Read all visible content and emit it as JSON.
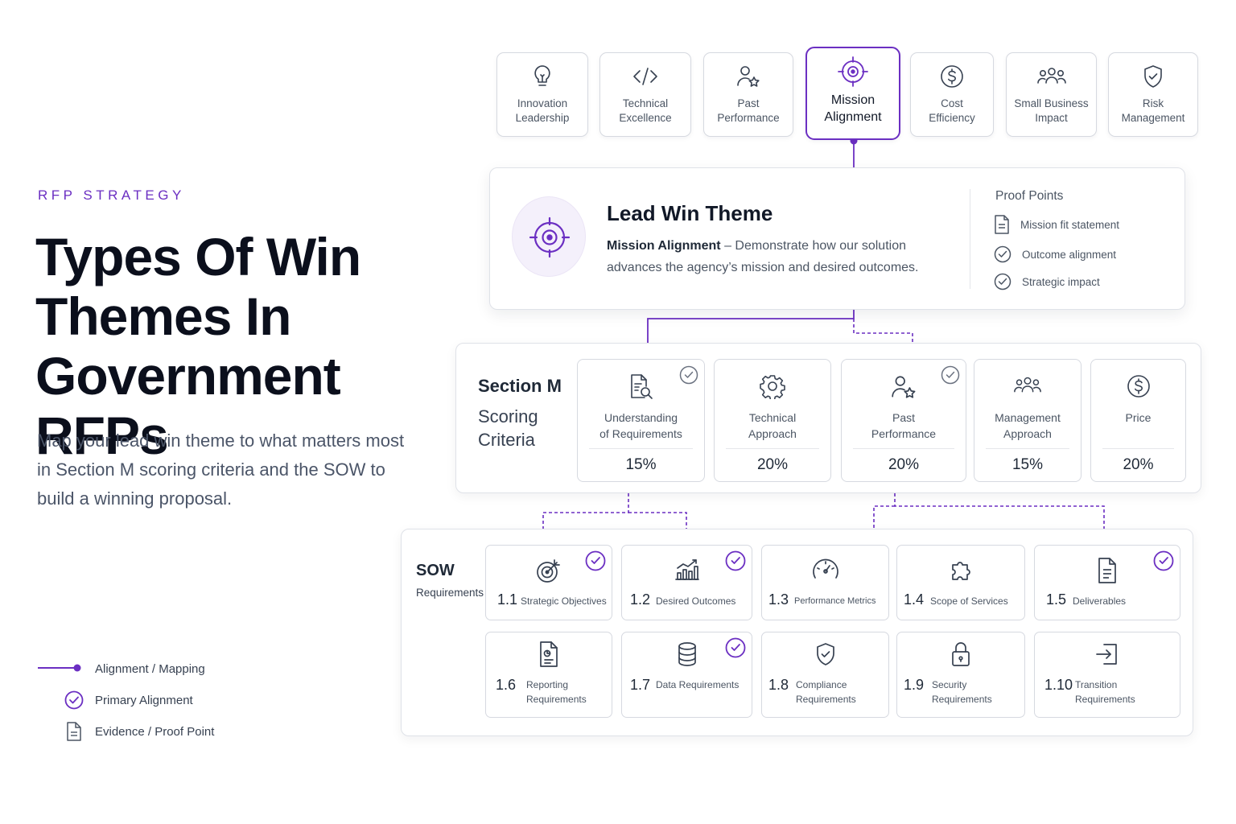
{
  "header": {
    "eyebrow": "RFP STRATEGY",
    "title": "Types Of Win Themes In Government RFPs",
    "subtitle": "Map your lead win theme to what matters most in Section M scoring criteria and the SOW to build a winning proposal."
  },
  "legend": [
    {
      "icon": "line-dot-icon",
      "label": "Alignment / Mapping"
    },
    {
      "icon": "check-circle-icon",
      "label": "Primary Alignment"
    },
    {
      "icon": "document-icon",
      "label": "Evidence / Proof Point"
    }
  ],
  "win_themes": [
    {
      "label": "Innovation\nLeadership",
      "icon": "lightbulb-icon"
    },
    {
      "label": "Technical\nExcellence",
      "icon": "code-icon"
    },
    {
      "label": "Past\nPerformance",
      "icon": "person-star-icon"
    },
    {
      "label": "Mission\nAlignment",
      "icon": "target-icon",
      "active": true
    },
    {
      "label": "Cost\nEfficiency",
      "icon": "dollar-circle-icon"
    },
    {
      "label": "Small Business\nImpact",
      "icon": "people-icon"
    },
    {
      "label": "Risk\nManagement",
      "icon": "shield-check-icon"
    }
  ],
  "lead": {
    "title": "Lead Win Theme",
    "desc_bold": "Mission Alignment",
    "desc_rest": " – Demonstrate how our solution advances the agency’s mission and desired outcomes.",
    "proof_title": "Proof Points",
    "proof_points": [
      {
        "icon": "document-icon",
        "label": "Mission fit statement"
      },
      {
        "icon": "check-circle-icon",
        "label": "Outcome alignment"
      },
      {
        "icon": "check-circle-icon",
        "label": "Strategic impact"
      }
    ]
  },
  "section_m": {
    "label_bold": "Section M",
    "label_rest": "Scoring Criteria",
    "criteria": [
      {
        "label": "Understanding\nof Requirements",
        "weight": "15%",
        "icon": "document-search-icon",
        "checked": true
      },
      {
        "label": "Technical\nApproach",
        "weight": "20%",
        "icon": "gear-icon",
        "checked": false
      },
      {
        "label": "Past\nPerformance",
        "weight": "20%",
        "icon": "person-star-icon",
        "checked": true
      },
      {
        "label": "Management\nApproach",
        "weight": "15%",
        "icon": "people-icon",
        "checked": false
      },
      {
        "label": "Price",
        "weight": "20%",
        "icon": "dollar-circle-icon",
        "checked": false
      }
    ]
  },
  "sow": {
    "label_bold": "SOW",
    "label_rest": "Requirements",
    "items": [
      {
        "num": "1.1",
        "label": "Strategic Objectives",
        "icon": "target-arrow-icon",
        "checked": true
      },
      {
        "num": "1.2",
        "label": "Desired Outcomes",
        "icon": "bar-chart-icon",
        "checked": true
      },
      {
        "num": "1.3",
        "label": "Performance Metrics",
        "icon": "gauge-icon",
        "checked": false
      },
      {
        "num": "1.4",
        "label": "Scope of Services",
        "icon": "puzzle-icon",
        "checked": false
      },
      {
        "num": "1.5",
        "label": "Deliverables",
        "icon": "document-icon",
        "checked": true
      },
      {
        "num": "1.6",
        "label": "Reporting\nRequirements",
        "icon": "report-icon",
        "checked": false
      },
      {
        "num": "1.7",
        "label": "Data Requirements",
        "icon": "database-icon",
        "checked": true
      },
      {
        "num": "1.8",
        "label": "Compliance\nRequirements",
        "icon": "shield-check-icon",
        "checked": false
      },
      {
        "num": "1.9",
        "label": "Security\nRequirements",
        "icon": "lock-icon",
        "checked": false
      },
      {
        "num": "1.10",
        "label": "Transition\nRequirements",
        "icon": "transition-icon",
        "checked": false
      }
    ]
  },
  "colors": {
    "accent": "#6b2fc2",
    "text": "#111827",
    "muted": "#4b5563",
    "border": "#d6d9e0"
  }
}
